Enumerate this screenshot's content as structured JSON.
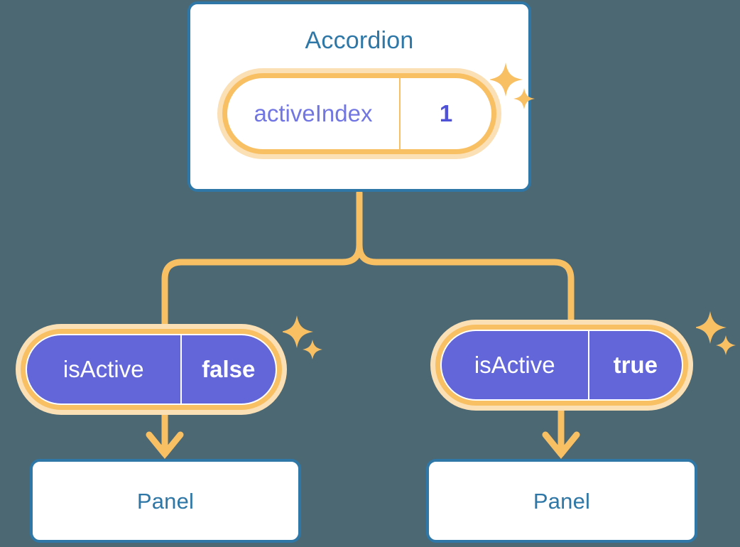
{
  "diagram": {
    "title_text": "Accordion",
    "background_color": "#4C6872",
    "accent_blue": "#2E77A6",
    "accent_orange": "#F9BF63",
    "accent_orange_pale": "#FBDFB5",
    "accent_purple": "#6366D8"
  },
  "root": {
    "label": "Accordion",
    "state": {
      "key": "activeIndex",
      "value": "1"
    },
    "sparkle_large": "sparkle-icon",
    "sparkle_small": "sparkle-icon"
  },
  "children": [
    {
      "side": "left",
      "state": {
        "key": "isActive",
        "value": "false"
      },
      "panel_label": "Panel",
      "arrow": "arrow-down-icon",
      "sparkle_large": "sparkle-icon",
      "sparkle_small": "sparkle-icon"
    },
    {
      "side": "right",
      "state": {
        "key": "isActive",
        "value": "true"
      },
      "panel_label": "Panel",
      "arrow": "arrow-down-icon",
      "sparkle_large": "sparkle-icon",
      "sparkle_small": "sparkle-icon"
    }
  ]
}
